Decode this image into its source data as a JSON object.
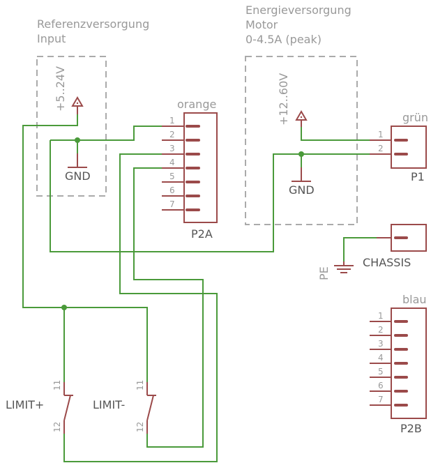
{
  "input_block": {
    "title_line1": "Referenzversorgung",
    "title_line2": "Input",
    "voltage": "+5..24V",
    "gnd": "GND"
  },
  "motor_block": {
    "title_line1": "Energieversorgung",
    "title_line2": "Motor",
    "title_line3": "0-4.5A (peak)",
    "voltage": "+12..60V",
    "gnd": "GND"
  },
  "p2a": {
    "color_label": "orange",
    "name": "P2A",
    "pins": [
      "1",
      "2",
      "3",
      "4",
      "5",
      "6",
      "7"
    ]
  },
  "p1": {
    "color_label": "grün",
    "name": "P1",
    "pins": [
      "1",
      "2"
    ]
  },
  "chassis": {
    "label": "CHASSIS",
    "pe": "PE"
  },
  "p2b": {
    "color_label": "blau",
    "name": "P2B",
    "pins": [
      "1",
      "2",
      "3",
      "4",
      "5",
      "6",
      "7"
    ]
  },
  "switches": [
    {
      "label": "LIMIT+",
      "pin_top": "11",
      "pin_bottom": "12"
    },
    {
      "label": "LIMIT-",
      "pin_top": "11",
      "pin_bottom": "12"
    }
  ],
  "colors": {
    "wire": "#4a9a3a",
    "part": "#9b4a4a",
    "frame": "#aaaaaa",
    "text": "#999999"
  }
}
